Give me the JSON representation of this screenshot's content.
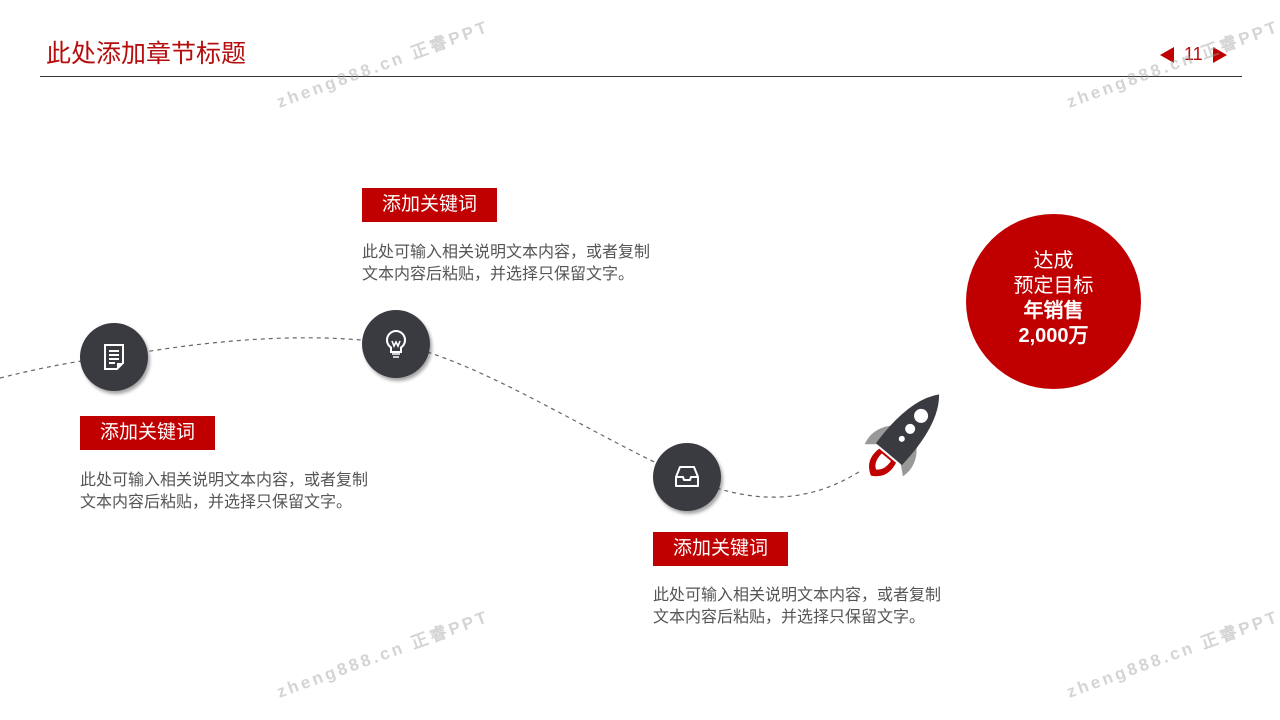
{
  "header": {
    "title": "此处添加章节标题",
    "page_number": "11"
  },
  "steps": [
    {
      "keyword": "添加关键词",
      "description_line1": "此处可输入相关说明文本内容，或者复制",
      "description_line2": "文本内容后粘贴，并选择只保留文字。",
      "icon": "document-icon"
    },
    {
      "keyword": "添加关键词",
      "description_line1": "此处可输入相关说明文本内容，或者复制",
      "description_line2": "文本内容后粘贴，并选择只保留文字。",
      "icon": "lightbulb-icon"
    },
    {
      "keyword": "添加关键词",
      "description_line1": "此处可输入相关说明文本内容，或者复制",
      "description_line2": "文本内容后粘贴，并选择只保留文字。",
      "icon": "inbox-icon"
    }
  ],
  "goal": {
    "line1": "达成",
    "line2": "预定目标",
    "line3": "年销售",
    "line4": "2,000万"
  },
  "watermark": "zheng888.cn 正睿PPT",
  "colors": {
    "accent": "#c00000",
    "node": "#3a3b40"
  }
}
